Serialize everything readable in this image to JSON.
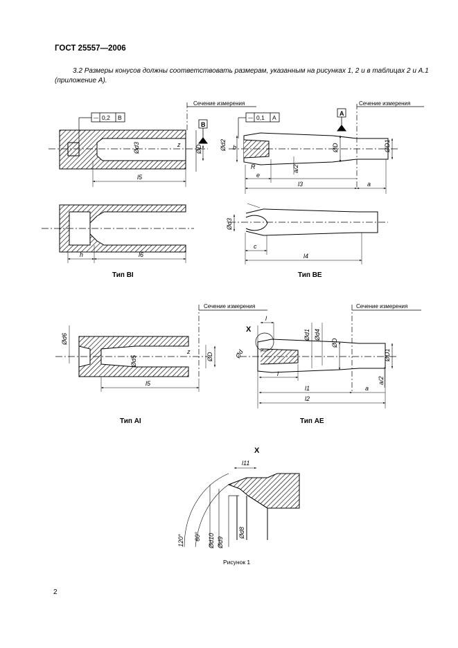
{
  "header": {
    "standard": "ГОСТ 25557—2006"
  },
  "intro": {
    "number": "3.2",
    "text": "Размеры конусов должны соответствовать размерам, указанным на рисунках 1, 2 и в таблицах 2 и А.1 (приложение А)."
  },
  "section_label": "Сечение измерения",
  "types": {
    "bi": "Тип BI",
    "be": "Тип BE",
    "ai": "Тип AI",
    "ae": "Тип AE"
  },
  "tolerances": {
    "bi": "0,2",
    "bi_datum": "B",
    "be": "0,1",
    "be_datum": "A"
  },
  "datums": {
    "b": "B",
    "a": "A"
  },
  "detail": {
    "mark": "X",
    "angle_outer": "120°",
    "angle_inner": "60°"
  },
  "dims": {
    "bi_top": {
      "d3": "Ød3",
      "D": "ØD",
      "z": "z",
      "l5": "l5"
    },
    "bi_bottom": {
      "h": "h",
      "l6": "l6"
    },
    "be_top": {
      "d2": "Ød2",
      "b": "b",
      "R": "R",
      "e": "e",
      "l3": "l3",
      "D": "ØD",
      "D1": "ØD1",
      "a": "a",
      "a2": "a/2"
    },
    "be_bottom": {
      "d3": "Ød3",
      "c": "c",
      "l4": "l4"
    },
    "ai": {
      "d6": "Ød6",
      "d5": "Ød5",
      "z": "z",
      "D": "ØD",
      "l5": "l5"
    },
    "ae": {
      "l": "l",
      "d": "Ød",
      "d1": "Ød1",
      "d4": "Ød4",
      "D": "ØD",
      "D1": "ØD1",
      "l1": "l1",
      "l2": "l2",
      "a": "a",
      "a2": "a/2"
    },
    "x": {
      "l11": "l11",
      "d10": "Ød10",
      "d9": "Ød9",
      "d8": "Ød8"
    }
  },
  "figure_caption": "Рисунок 1",
  "page_number": "2"
}
